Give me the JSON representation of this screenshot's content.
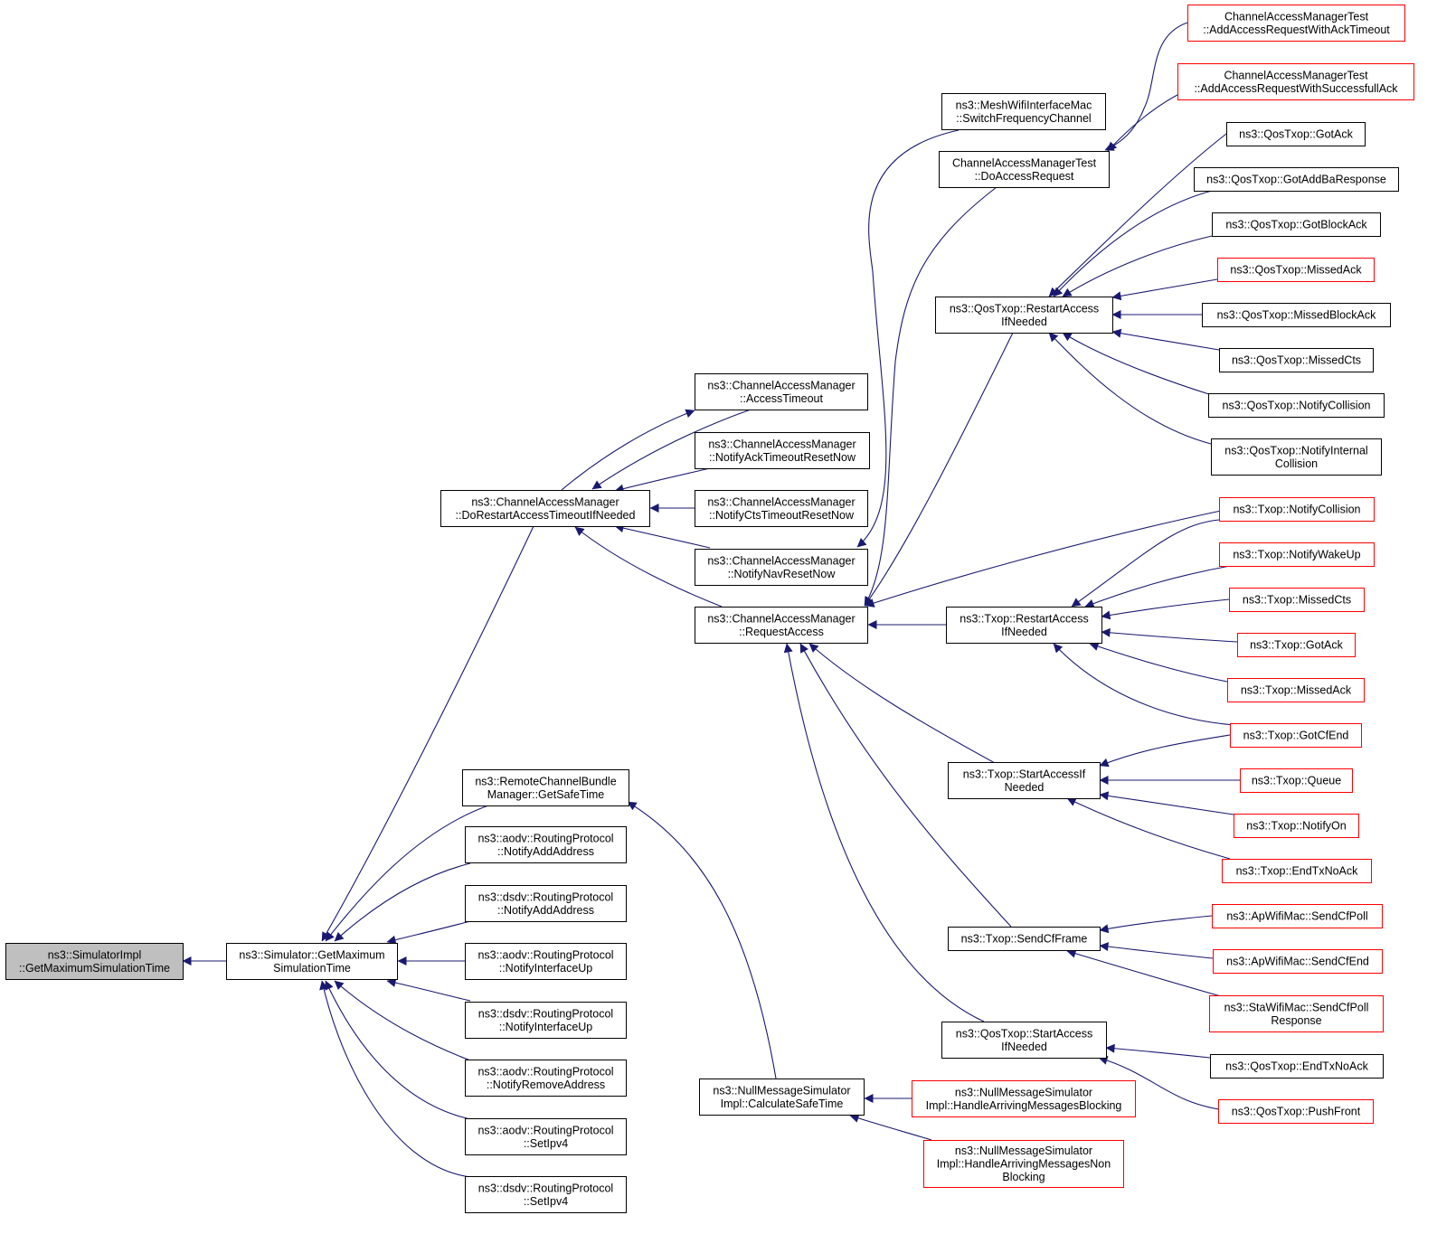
{
  "colors": {
    "edge": "#191970",
    "node_border_black": "#000000",
    "node_border_red": "#ff0000",
    "node_root_fill": "#bfbfbf",
    "node_fill": "#ffffff"
  },
  "nodes": [
    {
      "id": "root",
      "lines": [
        "ns3::SimulatorImpl",
        "::GetMaximumSimulationTime"
      ],
      "style": "root"
    },
    {
      "id": "sim_getmax",
      "lines": [
        "ns3::Simulator::GetMaximum",
        "SimulationTime"
      ],
      "style": "black"
    },
    {
      "id": "cam_dorestart",
      "lines": [
        "ns3::ChannelAccessManager",
        "::DoRestartAccessTimeoutIfNeeded"
      ],
      "style": "black"
    },
    {
      "id": "rcbm_getsafe",
      "lines": [
        "ns3::RemoteChannelBundle",
        "Manager::GetSafeTime"
      ],
      "style": "black"
    },
    {
      "id": "aodv_notifyadd",
      "lines": [
        "ns3::aodv::RoutingProtocol",
        "::NotifyAddAddress"
      ],
      "style": "black"
    },
    {
      "id": "dsdv_notifyadd",
      "lines": [
        "ns3::dsdv::RoutingProtocol",
        "::NotifyAddAddress"
      ],
      "style": "black"
    },
    {
      "id": "aodv_ifup",
      "lines": [
        "ns3::aodv::RoutingProtocol",
        "::NotifyInterfaceUp"
      ],
      "style": "black"
    },
    {
      "id": "dsdv_ifup",
      "lines": [
        "ns3::dsdv::RoutingProtocol",
        "::NotifyInterfaceUp"
      ],
      "style": "black"
    },
    {
      "id": "aodv_remove",
      "lines": [
        "ns3::aodv::RoutingProtocol",
        "::NotifyRemoveAddress"
      ],
      "style": "black"
    },
    {
      "id": "aodv_setipv4",
      "lines": [
        "ns3::aodv::RoutingProtocol",
        "::SetIpv4"
      ],
      "style": "black"
    },
    {
      "id": "dsdv_setipv4",
      "lines": [
        "ns3::dsdv::RoutingProtocol",
        "::SetIpv4"
      ],
      "style": "black"
    },
    {
      "id": "cam_accesstimeout",
      "lines": [
        "ns3::ChannelAccessManager",
        "::AccessTimeout"
      ],
      "style": "black"
    },
    {
      "id": "cam_notifyack",
      "lines": [
        "ns3::ChannelAccessManager",
        "::NotifyAckTimeoutResetNow"
      ],
      "style": "black"
    },
    {
      "id": "cam_notifycts",
      "lines": [
        "ns3::ChannelAccessManager",
        "::NotifyCtsTimeoutResetNow"
      ],
      "style": "black"
    },
    {
      "id": "cam_notifynav",
      "lines": [
        "ns3::ChannelAccessManager",
        "::NotifyNavResetNow"
      ],
      "style": "black"
    },
    {
      "id": "cam_request",
      "lines": [
        "ns3::ChannelAccessManager",
        "::RequestAccess"
      ],
      "style": "black"
    },
    {
      "id": "nms_calcsafe",
      "lines": [
        "ns3::NullMessageSimulator",
        "Impl::CalculateSafeTime"
      ],
      "style": "black"
    },
    {
      "id": "mesh_switch",
      "lines": [
        "ns3::MeshWifiInterfaceMac",
        "::SwitchFrequencyChannel"
      ],
      "style": "black"
    },
    {
      "id": "camt_doaccess",
      "lines": [
        "ChannelAccessManagerTest",
        "::DoAccessRequest"
      ],
      "style": "black"
    },
    {
      "id": "qos_restart",
      "lines": [
        "ns3::QosTxop::RestartAccess",
        "IfNeeded"
      ],
      "style": "black"
    },
    {
      "id": "txop_restart",
      "lines": [
        "ns3::Txop::RestartAccess",
        "IfNeeded"
      ],
      "style": "black"
    },
    {
      "id": "txop_startaccess",
      "lines": [
        "ns3::Txop::StartAccessIf",
        "Needed"
      ],
      "style": "black"
    },
    {
      "id": "txop_sendcf",
      "lines": [
        "ns3::Txop::SendCfFrame"
      ],
      "style": "black"
    },
    {
      "id": "qos_startaccess",
      "lines": [
        "ns3::QosTxop::StartAccess",
        "IfNeeded"
      ],
      "style": "black"
    },
    {
      "id": "nms_blocking",
      "lines": [
        "ns3::NullMessageSimulator",
        "Impl::HandleArrivingMessagesBlocking"
      ],
      "style": "red"
    },
    {
      "id": "nms_nonblocking",
      "lines": [
        "ns3::NullMessageSimulator",
        "Impl::HandleArrivingMessagesNon",
        "Blocking"
      ],
      "style": "red"
    },
    {
      "id": "camt_ackto",
      "lines": [
        "ChannelAccessManagerTest",
        "::AddAccessRequestWithAckTimeout"
      ],
      "style": "red"
    },
    {
      "id": "camt_success",
      "lines": [
        "ChannelAccessManagerTest",
        "::AddAccessRequestWithSuccessfullAck"
      ],
      "style": "red"
    },
    {
      "id": "qos_gotack",
      "lines": [
        "ns3::QosTxop::GotAck"
      ],
      "style": "black"
    },
    {
      "id": "qos_gotaddba",
      "lines": [
        "ns3::QosTxop::GotAddBaResponse"
      ],
      "style": "black"
    },
    {
      "id": "qos_gotblock",
      "lines": [
        "ns3::QosTxop::GotBlockAck"
      ],
      "style": "black"
    },
    {
      "id": "qos_missedack",
      "lines": [
        "ns3::QosTxop::MissedAck"
      ],
      "style": "red"
    },
    {
      "id": "qos_missedblock",
      "lines": [
        "ns3::QosTxop::MissedBlockAck"
      ],
      "style": "black"
    },
    {
      "id": "qos_missedcts",
      "lines": [
        "ns3::QosTxop::MissedCts"
      ],
      "style": "black"
    },
    {
      "id": "qos_notifycoll",
      "lines": [
        "ns3::QosTxop::NotifyCollision"
      ],
      "style": "black"
    },
    {
      "id": "qos_notifyint",
      "lines": [
        "ns3::QosTxop::NotifyInternal",
        "Collision"
      ],
      "style": "black"
    },
    {
      "id": "txop_notifycoll",
      "lines": [
        "ns3::Txop::NotifyCollision"
      ],
      "style": "red"
    },
    {
      "id": "txop_wakeup",
      "lines": [
        "ns3::Txop::NotifyWakeUp"
      ],
      "style": "red"
    },
    {
      "id": "txop_missedcts",
      "lines": [
        "ns3::Txop::MissedCts"
      ],
      "style": "red"
    },
    {
      "id": "txop_gotack",
      "lines": [
        "ns3::Txop::GotAck"
      ],
      "style": "red"
    },
    {
      "id": "txop_missedack",
      "lines": [
        "ns3::Txop::MissedAck"
      ],
      "style": "red"
    },
    {
      "id": "txop_gotcfend",
      "lines": [
        "ns3::Txop::GotCfEnd"
      ],
      "style": "red"
    },
    {
      "id": "txop_queue",
      "lines": [
        "ns3::Txop::Queue"
      ],
      "style": "red"
    },
    {
      "id": "txop_notifyon",
      "lines": [
        "ns3::Txop::NotifyOn"
      ],
      "style": "red"
    },
    {
      "id": "txop_endtx",
      "lines": [
        "ns3::Txop::EndTxNoAck"
      ],
      "style": "red"
    },
    {
      "id": "ap_sendcfpoll",
      "lines": [
        "ns3::ApWifiMac::SendCfPoll"
      ],
      "style": "red"
    },
    {
      "id": "ap_sendcfend",
      "lines": [
        "ns3::ApWifiMac::SendCfEnd"
      ],
      "style": "red"
    },
    {
      "id": "sta_sendcfpoll",
      "lines": [
        "ns3::StaWifiMac::SendCfPoll",
        "Response"
      ],
      "style": "red"
    },
    {
      "id": "qos_endtx",
      "lines": [
        "ns3::QosTxop::EndTxNoAck"
      ],
      "style": "black"
    },
    {
      "id": "qos_pushfront",
      "lines": [
        "ns3::QosTxop::PushFront"
      ],
      "style": "red"
    }
  ],
  "edges": [
    [
      "sim_getmax",
      "root"
    ],
    [
      "cam_dorestart",
      "sim_getmax"
    ],
    [
      "rcbm_getsafe",
      "sim_getmax"
    ],
    [
      "aodv_notifyadd",
      "sim_getmax"
    ],
    [
      "dsdv_notifyadd",
      "sim_getmax"
    ],
    [
      "aodv_ifup",
      "sim_getmax"
    ],
    [
      "dsdv_ifup",
      "sim_getmax"
    ],
    [
      "aodv_remove",
      "sim_getmax"
    ],
    [
      "aodv_setipv4",
      "sim_getmax"
    ],
    [
      "dsdv_setipv4",
      "sim_getmax"
    ],
    [
      "cam_accesstimeout",
      "cam_dorestart"
    ],
    [
      "cam_notifyack",
      "cam_dorestart"
    ],
    [
      "cam_notifycts",
      "cam_dorestart"
    ],
    [
      "cam_notifynav",
      "cam_dorestart"
    ],
    [
      "cam_request",
      "cam_dorestart"
    ],
    [
      "cam_dorestart",
      "cam_accesstimeout"
    ],
    [
      "nms_calcsafe",
      "rcbm_getsafe"
    ],
    [
      "mesh_switch",
      "cam_notifynav"
    ],
    [
      "camt_doaccess",
      "cam_request"
    ],
    [
      "qos_restart",
      "cam_request"
    ],
    [
      "txop_restart",
      "cam_request"
    ],
    [
      "txop_notifycoll",
      "cam_request"
    ],
    [
      "txop_startaccess",
      "cam_request"
    ],
    [
      "txop_sendcf",
      "cam_request"
    ],
    [
      "qos_startaccess",
      "cam_request"
    ],
    [
      "nms_blocking",
      "nms_calcsafe"
    ],
    [
      "nms_nonblocking",
      "nms_calcsafe"
    ],
    [
      "camt_ackto",
      "camt_doaccess"
    ],
    [
      "camt_success",
      "camt_doaccess"
    ],
    [
      "qos_gotack",
      "qos_restart"
    ],
    [
      "qos_gotaddba",
      "qos_restart"
    ],
    [
      "qos_gotblock",
      "qos_restart"
    ],
    [
      "qos_missedack",
      "qos_restart"
    ],
    [
      "qos_missedblock",
      "qos_restart"
    ],
    [
      "qos_missedcts",
      "qos_restart"
    ],
    [
      "qos_notifycoll",
      "qos_restart"
    ],
    [
      "qos_notifyint",
      "qos_restart"
    ],
    [
      "txop_notifycoll",
      "txop_restart"
    ],
    [
      "txop_wakeup",
      "txop_restart"
    ],
    [
      "txop_missedcts",
      "txop_restart"
    ],
    [
      "txop_gotack",
      "txop_restart"
    ],
    [
      "txop_missedack",
      "txop_restart"
    ],
    [
      "txop_gotcfend",
      "txop_restart"
    ],
    [
      "txop_gotcfend",
      "txop_startaccess"
    ],
    [
      "txop_queue",
      "txop_startaccess"
    ],
    [
      "txop_notifyon",
      "txop_startaccess"
    ],
    [
      "txop_endtx",
      "txop_startaccess"
    ],
    [
      "ap_sendcfpoll",
      "txop_sendcf"
    ],
    [
      "ap_sendcfend",
      "txop_sendcf"
    ],
    [
      "sta_sendcfpoll",
      "txop_sendcf"
    ],
    [
      "qos_endtx",
      "qos_startaccess"
    ],
    [
      "qos_pushfront",
      "qos_startaccess"
    ]
  ]
}
